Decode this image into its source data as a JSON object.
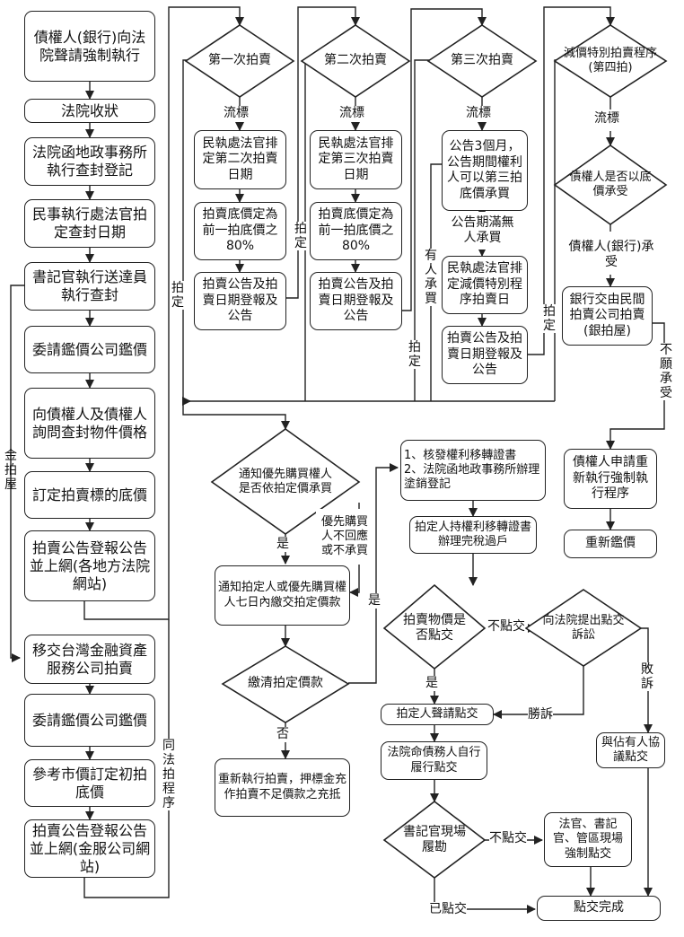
{
  "left": {
    "n1": "債權人(銀行)向法院聲請強制執行",
    "n2": "法院收狀",
    "n3": "法院函地政事務所執行查封登記",
    "n4": "民事執行處法官拍定查封日期",
    "n5": "書記官執行送達員執行查封",
    "n6": "委請鑑價公司鑑價",
    "n7": "向債權人及債權人詢問查封物件價格",
    "n8": "訂定拍賣標的底價",
    "n9": "拍賣公告登報公告並上網(各地方法院網站)",
    "n10": "移交台灣金融資產服務公司拍賣",
    "n11": "委請鑑價公司鑑價",
    "n12": "參考市價訂定初拍底價",
    "n13": "拍賣公告登報公告並上網(金服公司網站)",
    "gold": "金拍屋",
    "same": "同法拍程序"
  },
  "auction": {
    "d1": "第一次拍賣",
    "d2": "第二次拍賣",
    "d3": "第三次拍賣",
    "d4": "減價特別拍賣程序(第四拍)",
    "unsold": "流標",
    "sold": "拍定",
    "c1a": "民執處法官排定第二次拍賣日期",
    "c1b": "拍賣底價定為前一拍底價之80%",
    "c1c": "拍賣公告及拍賣日期登報及公告",
    "c2a": "民執處法官排定第三次拍賣日期",
    "c2b": "拍賣底價定為前一拍底價之80%",
    "c2c": "拍賣公告及拍賣日期登報及公告",
    "c3a": "公告3個月，公告期間權利人可以第三拍底價承買",
    "c3note": "公告期滿無人承買",
    "buyer": "有人承買",
    "c3b": "民執處法官排定減價特別程序拍賣日",
    "c3c": "拍賣公告及拍賣日期登報及公告",
    "d5": "債權人是否以底價承受",
    "accept": "債權人(銀行)承受",
    "c4a": "銀行交由民間拍賣公司拍賣(銀拍屋)",
    "refuse": "不願承受",
    "c4b": "債權人申請重新執行強制執行程序",
    "c4c": "重新鑑價"
  },
  "bottom": {
    "d6": "通知優先購買權人是否依拍定價承買",
    "no_response": "優先購買人不回應或不承買",
    "yes": "是",
    "no": "否",
    "notice": "通知拍定人或優先購買權人七日內繳交拍定價款",
    "d7": "繳清拍定價款",
    "restart": "重新執行拍賣，押標金充作拍賣不足價款之充抵",
    "cert": "1、核發權利移轉證書\n2、法院函地政事務所辦理塗銷登記",
    "tax": "拍定人持權利移轉證書辦理完稅過戶",
    "d8": "拍賣物價是否點交",
    "not_deliver": "不點交",
    "d9": "向法院提出點交訴訟",
    "win": "勝訴",
    "lose": "敗訴",
    "apply": "拍定人聲請點交",
    "order": "法院命債務人自行履行點交",
    "occupant": "與佔有人協議點交",
    "d10": "書記官現場履勘",
    "forced": "法官、書記官、管區現場強制點交",
    "delivered": "已點交",
    "done": "點交完成"
  }
}
